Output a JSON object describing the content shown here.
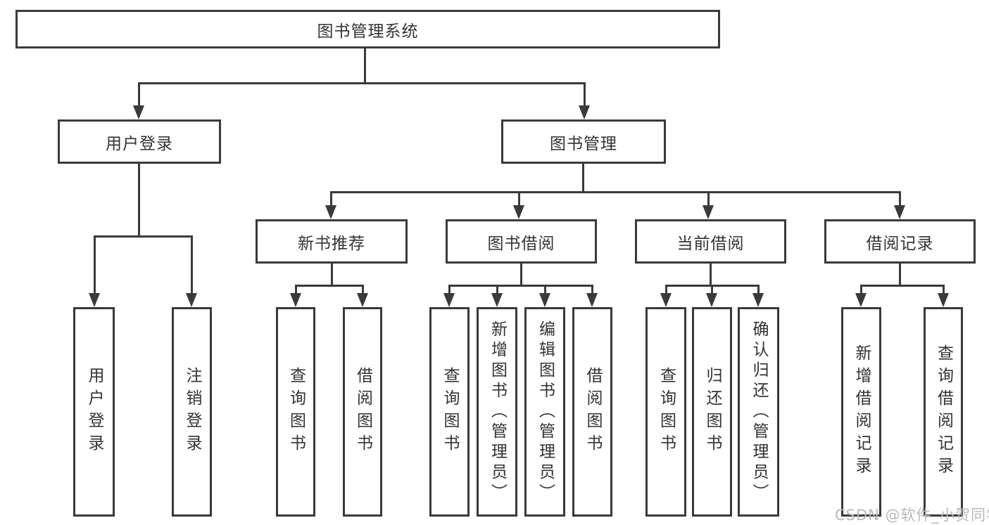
{
  "diagram": {
    "root": {
      "label": "图书管理系统"
    },
    "level2": [
      {
        "label": "用户登录"
      },
      {
        "label": "图书管理"
      }
    ],
    "level3": [
      {
        "label": "新书推荐"
      },
      {
        "label": "图书借阅"
      },
      {
        "label": "当前借阅"
      },
      {
        "label": "借阅记录"
      }
    ],
    "leaves": {
      "user_login": [
        "用户登录",
        "注销登录"
      ],
      "new_book": [
        "查询图书",
        "借阅图书"
      ],
      "borrow": [
        "查询图书",
        "新增图书（管理员）",
        "编辑图书（管理员）",
        "借阅图书"
      ],
      "current": [
        "查询图书",
        "归还图书",
        "确认归还（管理员）"
      ],
      "records": [
        "新增借阅记录",
        "查询借阅记录"
      ]
    }
  },
  "watermark": {
    "text": "CSDN @软件_小贺同学",
    "color": "#b9b9b9"
  },
  "colors": {
    "line": "#3a3a3a",
    "text": "#333333",
    "background": "#ffffff"
  }
}
